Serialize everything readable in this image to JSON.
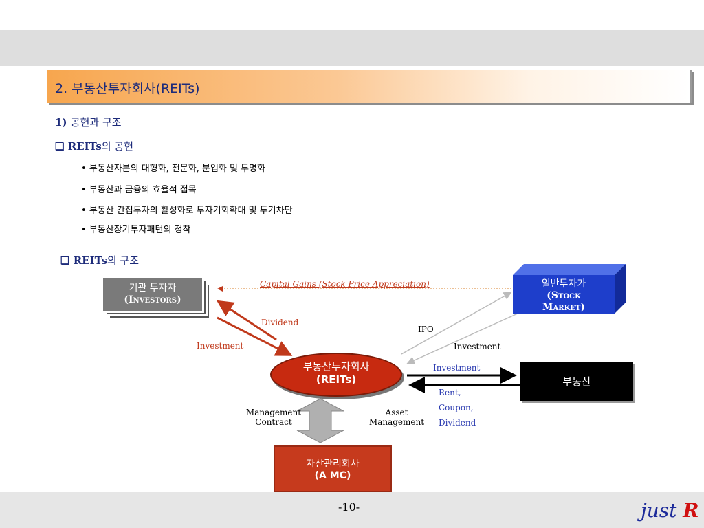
{
  "title": "2. 부동산투자회사(REITs)",
  "section1": {
    "num": "1)",
    "label": "공헌과 구조"
  },
  "section2": {
    "bold": "REITs",
    "rest": "의 공헌"
  },
  "bullets": [
    "부동산자본의 대형화, 전문화, 분업화 및 투명화",
    "부동산과 금융의 효율적 접목",
    "부동산 간접투자의 활성화로 투자기회확대 및 투기차단",
    "부동산장기투자패턴의 정착"
  ],
  "section3": {
    "bold": "REITs",
    "rest": "의 구조"
  },
  "diagram": {
    "investors": {
      "kr": "기관 투자자",
      "en": "(Investors)"
    },
    "stock": {
      "kr": "일반투자가",
      "en1": "(Stock",
      "en2": "Market)"
    },
    "reits": {
      "kr": "부동산투자회사",
      "en": "(REITs)"
    },
    "realestate": {
      "kr": "부동산"
    },
    "amc": {
      "kr": "자산관리회사",
      "en": "(A MC)"
    },
    "labels": {
      "capital_gains": "Capital Gains (Stock Price Appreciation)",
      "dividend": "Dividend",
      "investment_left": "Investment",
      "ipo": "IPO",
      "investment_right": "Investment",
      "investment_re": "Investment",
      "rent": "Rent,",
      "coupon": "Coupon,",
      "dividend_re": "Dividend",
      "mgmt1": "Management",
      "mgmt2": "Contract",
      "asset1": "Asset",
      "asset2": "Management"
    }
  },
  "footer": {
    "page": "-10-",
    "brand_main": "just",
    "brand_r": "R"
  },
  "colors": {
    "accent_navy": "#1d2b7a",
    "red": "#c72a10",
    "blue_box": "#1e3ecb"
  }
}
